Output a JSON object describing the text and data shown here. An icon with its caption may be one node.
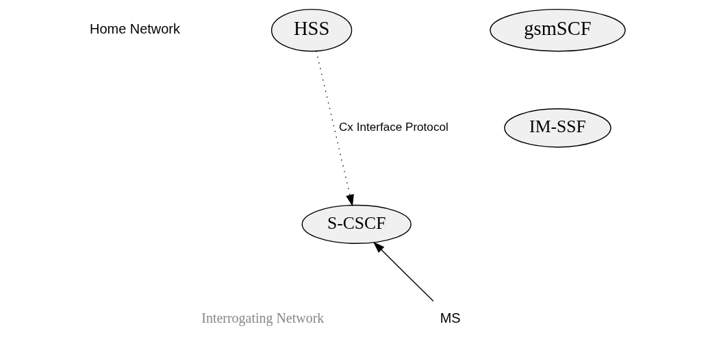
{
  "diagram": {
    "nodes": [
      {
        "text": [
          "HSS"
        ]
      },
      {
        "text": [
          "gsmSCF"
        ]
      },
      {
        "text": [
          "IM-SSF"
        ]
      },
      {
        "text": [
          "S-CSCF"
        ]
      },
      {
        "text": [
          "MS"
        ]
      }
    ],
    "edges": [
      {
        "from": 0,
        "to": 3,
        "arrow": "to",
        "style": "dashed",
        "label": "Cx Interface Protocol"
      },
      {
        "from": 4,
        "to": 3,
        "arrow": "to"
      }
    ],
    "labels": [
      "Home Network",
      "Interrogating Network"
    ]
  }
}
